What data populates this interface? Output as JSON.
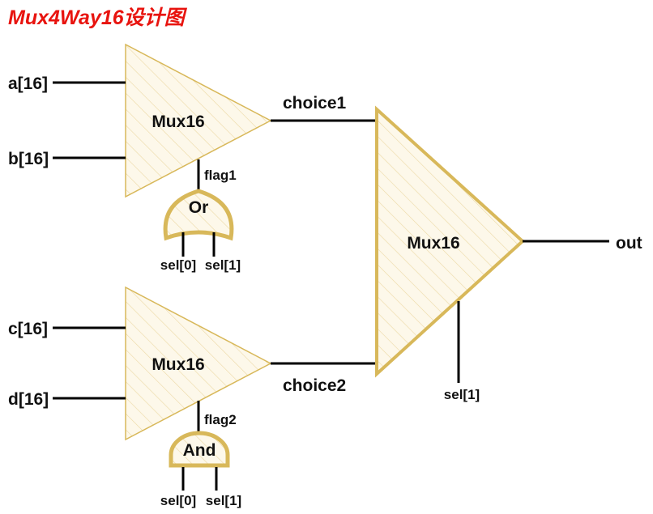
{
  "title": "Mux4Way16设计图",
  "colors": {
    "title": "#e8140f",
    "gate_stroke": "#d8b85a",
    "gate_fill": "#fdf8ea",
    "wire": "#000000"
  },
  "mux_top": {
    "label": "Mux16",
    "input_a": "a[16]",
    "input_b": "b[16]",
    "flag": "flag1",
    "output": "choice1"
  },
  "or_gate": {
    "label": "Or",
    "sel0": "sel[0]",
    "sel1": "sel[1]"
  },
  "mux_bottom": {
    "label": "Mux16",
    "input_c": "c[16]",
    "input_d": "d[16]",
    "flag": "flag2",
    "output": "choice2"
  },
  "and_gate": {
    "label": "And",
    "sel0": "sel[0]",
    "sel1": "sel[1]"
  },
  "mux_final": {
    "label": "Mux16",
    "sel": "sel[1]",
    "output": "out"
  }
}
